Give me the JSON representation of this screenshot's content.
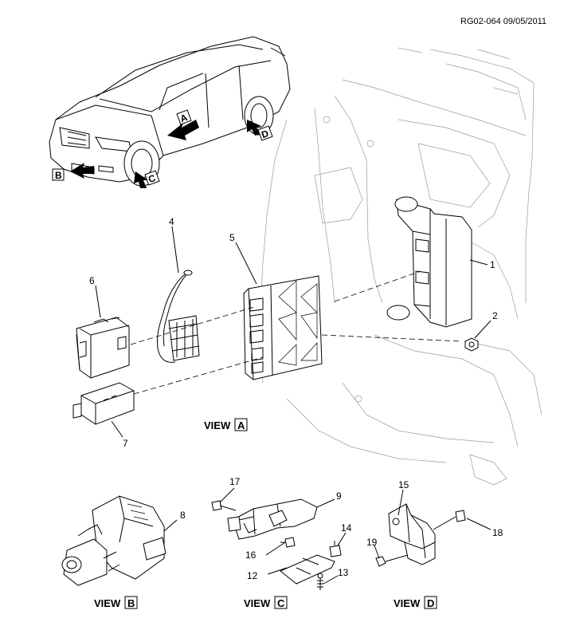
{
  "reference_code": "RG02-064 09/05/2011",
  "views": {
    "a": {
      "prefix": "VIEW",
      "letter": "A"
    },
    "b": {
      "prefix": "VIEW",
      "letter": "B"
    },
    "c": {
      "prefix": "VIEW",
      "letter": "C"
    },
    "d": {
      "prefix": "VIEW",
      "letter": "D"
    }
  },
  "vehicle_arrows": {
    "a": "A",
    "b": "B",
    "c": "C",
    "d": "D"
  },
  "callouts": {
    "n1": "1",
    "n2": "2",
    "n4": "4",
    "n5": "5",
    "n6": "6",
    "n7": "7",
    "n8": "8",
    "n9": "9",
    "n12": "12",
    "n13": "13",
    "n14": "14",
    "n15": "15",
    "n16": "16",
    "n17": "17",
    "n18": "18",
    "n19": "19"
  },
  "icons": [
    "car-overview-icon",
    "arrow-icon",
    "module-icon",
    "harness-icon",
    "bracket-icon",
    "bolt-icon",
    "nut-icon"
  ]
}
